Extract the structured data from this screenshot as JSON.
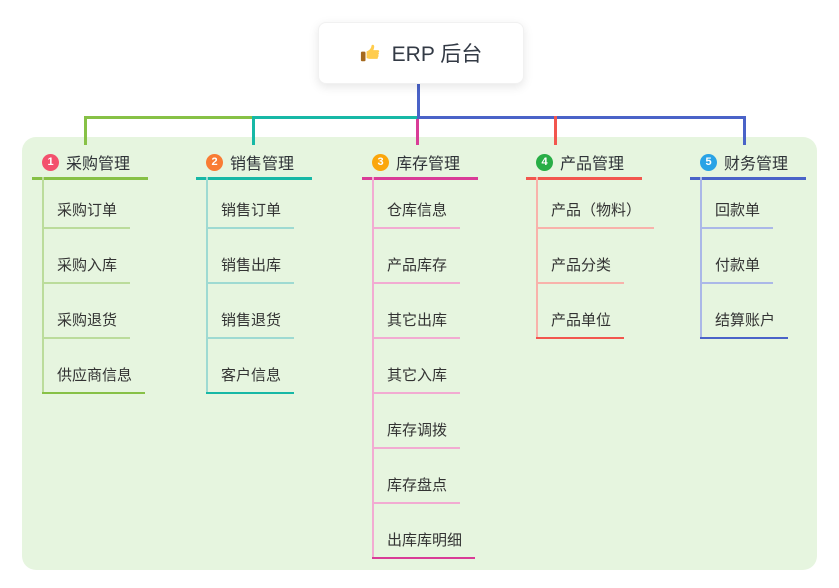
{
  "root": {
    "label": "ERP 后台",
    "icon": "thumbs-up-icon"
  },
  "panel": {
    "background": "#E6F5DF"
  },
  "connector_color": "#4A63C8",
  "branches": [
    {
      "num": "1",
      "label": "采购管理",
      "color": "#87C146",
      "light_color": "#BBDC9B",
      "badge_color": "#F3516D",
      "items": [
        "采购订单",
        "采购入库",
        "采购退货",
        "供应商信息"
      ]
    },
    {
      "num": "2",
      "label": "销售管理",
      "color": "#17B8A6",
      "light_color": "#9EDAD2",
      "badge_color": "#F97C34",
      "items": [
        "销售订单",
        "销售出库",
        "销售退货",
        "客户信息"
      ]
    },
    {
      "num": "3",
      "label": "库存管理",
      "color": "#D93C97",
      "light_color": "#F2ABD2",
      "badge_color": "#FBA60B",
      "items": [
        "仓库信息",
        "产品库存",
        "其它出库",
        "其它入库",
        "库存调拨",
        "库存盘点",
        "出库库明细"
      ]
    },
    {
      "num": "4",
      "label": "产品管理",
      "color": "#F2564E",
      "light_color": "#F8B2AB",
      "badge_color": "#28AE46",
      "items": [
        "产品（物料）",
        "产品分类",
        "产品单位"
      ]
    },
    {
      "num": "5",
      "label": "财务管理",
      "color": "#4A63C8",
      "light_color": "#ABB8E8",
      "badge_color": "#29A3E6",
      "items": [
        "回款单",
        "付款单",
        "结算账户"
      ]
    }
  ]
}
